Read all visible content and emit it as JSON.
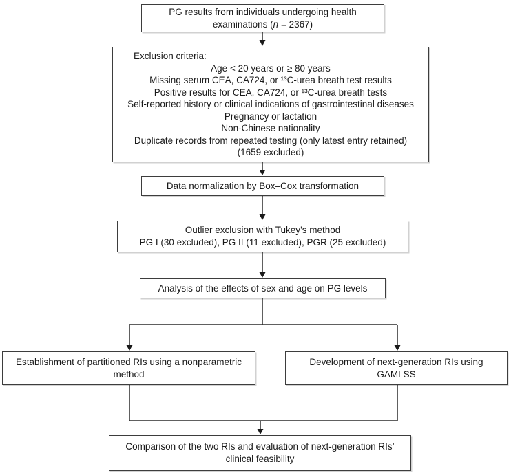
{
  "colors": {
    "background": "#ffffff",
    "box_border": "#3d3d3d",
    "connector": "#2b2b2b",
    "text": "#1a1a1a"
  },
  "nodes": {
    "start": {
      "line1": "PG results from individuals undergoing health",
      "line2_pre": "examinations (",
      "line2_n": "n",
      "line2_post": " = 2367)"
    },
    "exclusion": {
      "title": "Exclusion criteria:",
      "items": [
        "Age < 20 years or ≥ 80 years",
        "Missing serum CEA, CA724, or ¹³C-urea breath test results",
        "Positive results for CEA, CA724, or ¹³C-urea breath tests",
        "Self-reported history or clinical indications of gastrointestinal diseases",
        "Pregnancy or lactation",
        "Non-Chinese nationality",
        "Duplicate records from repeated testing (only latest entry retained)",
        "(1659 excluded)"
      ]
    },
    "normalization": {
      "line1": "Data normalization by Box–Cox transformation"
    },
    "outlier": {
      "line1": "Outlier exclusion with Tukey’s method",
      "line2": "PG I (30 excluded), PG II (11 excluded), PGR (25 excluded)"
    },
    "analysis": {
      "line1": "Analysis of the effects of sex and age on PG levels"
    },
    "partitioned": {
      "line1": "Establishment of partitioned RIs using a nonparametric",
      "line2": "method"
    },
    "gamlss": {
      "line1": "Development of next-generation RIs using",
      "line2": "GAMLSS"
    },
    "comparison": {
      "line1": "Comparison of the two RIs and evaluation of next-generation RIs’",
      "line2": "clinical feasibility"
    }
  }
}
